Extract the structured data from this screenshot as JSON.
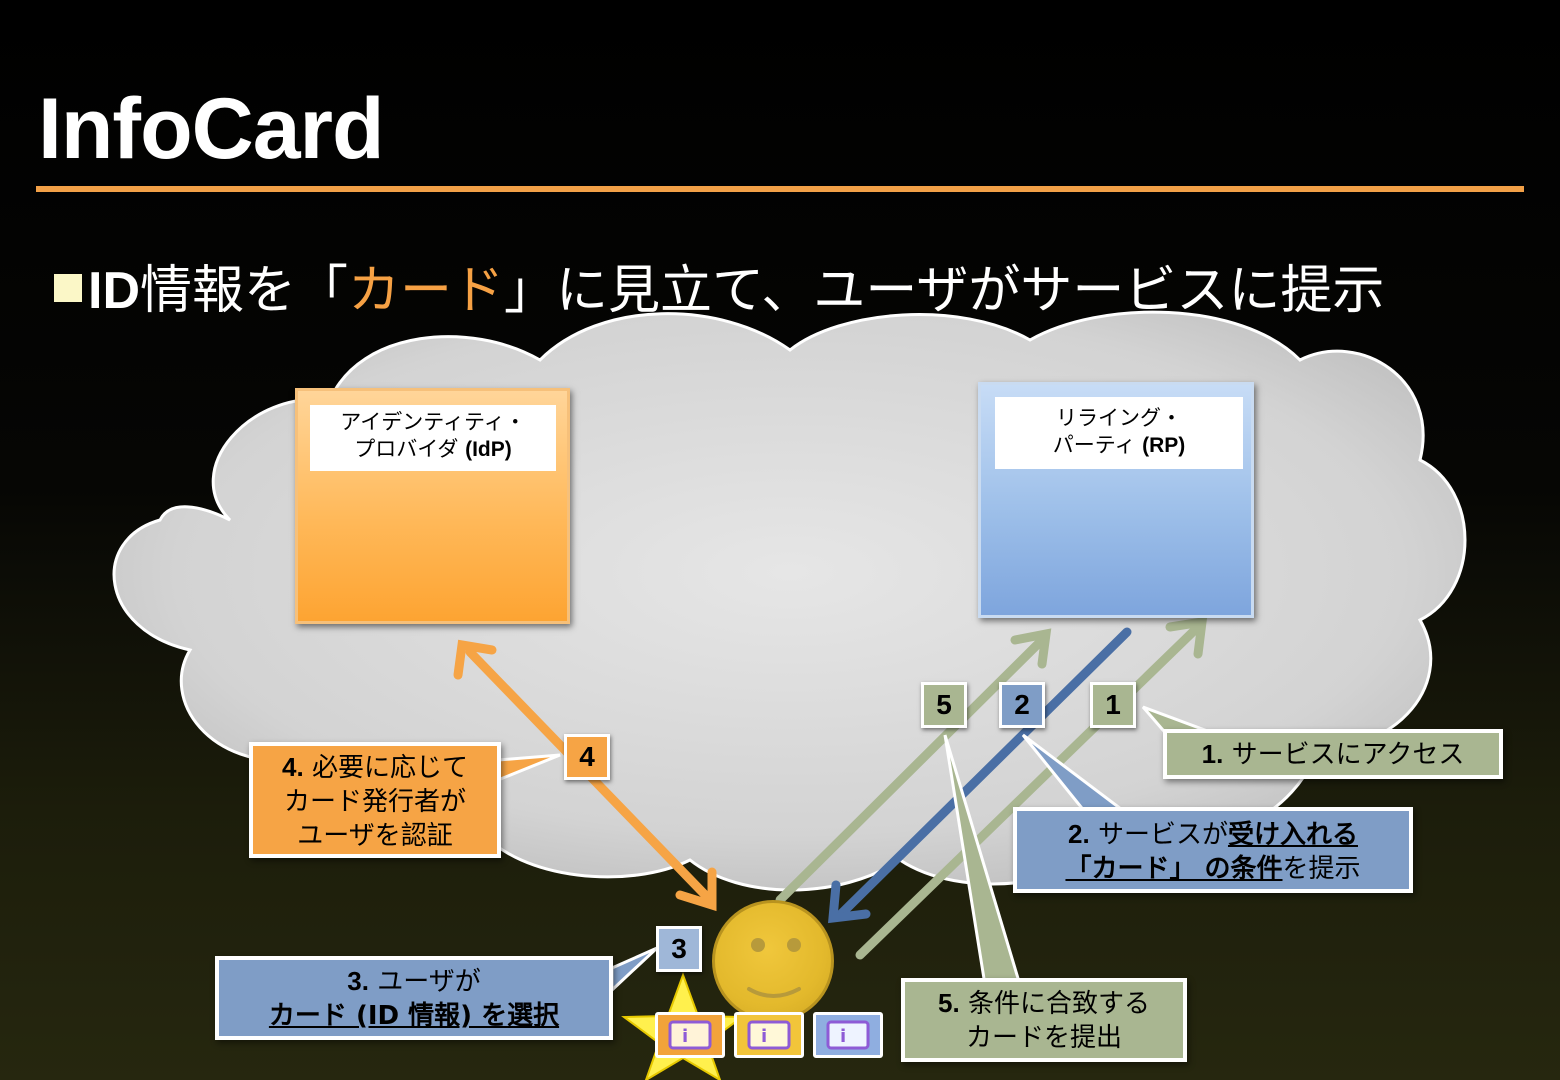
{
  "slide": {
    "title": "InfoCard",
    "bullet": {
      "prefix": "ID",
      "text1": "情報を「",
      "highlight": "カード",
      "text2": "」に見立て、ユーザがサービスに提示"
    }
  },
  "idp": {
    "line1": "アイデンティティ・",
    "line2_jp": "プロバイダ ",
    "line2_abbr": "(IdP)"
  },
  "rp": {
    "line1": "リライング・",
    "line2_jp": "パーティ ",
    "line2_abbr": "(RP)"
  },
  "steps": [
    {
      "num": "1",
      "label_num": "1.",
      "label": " サービスにアクセス"
    },
    {
      "num": "2",
      "label_num": "2.",
      "label_a": " サービスが",
      "label_u1": "受け入れる",
      "label_u2": "「カード」 の条件",
      "label_b": "を提示"
    },
    {
      "num": "3",
      "label_num": "3.",
      "label_a": " ユーザが",
      "label_u": "カード (ID 情報) を選択"
    },
    {
      "num": "4",
      "label_num": "4.",
      "label_a": " 必要に応じて",
      "label_b": "カード発行者が",
      "label_c": "ユーザを認証"
    },
    {
      "num": "5",
      "label_num": "5.",
      "label_a": " 条件に合致する",
      "label_b": "カードを提出"
    }
  ],
  "colors": {
    "accent_rule": "#f2a047",
    "highlight": "#f6a144",
    "green": "#a9b691",
    "blue": "#7f9dc6",
    "orange": "#f6a445"
  }
}
